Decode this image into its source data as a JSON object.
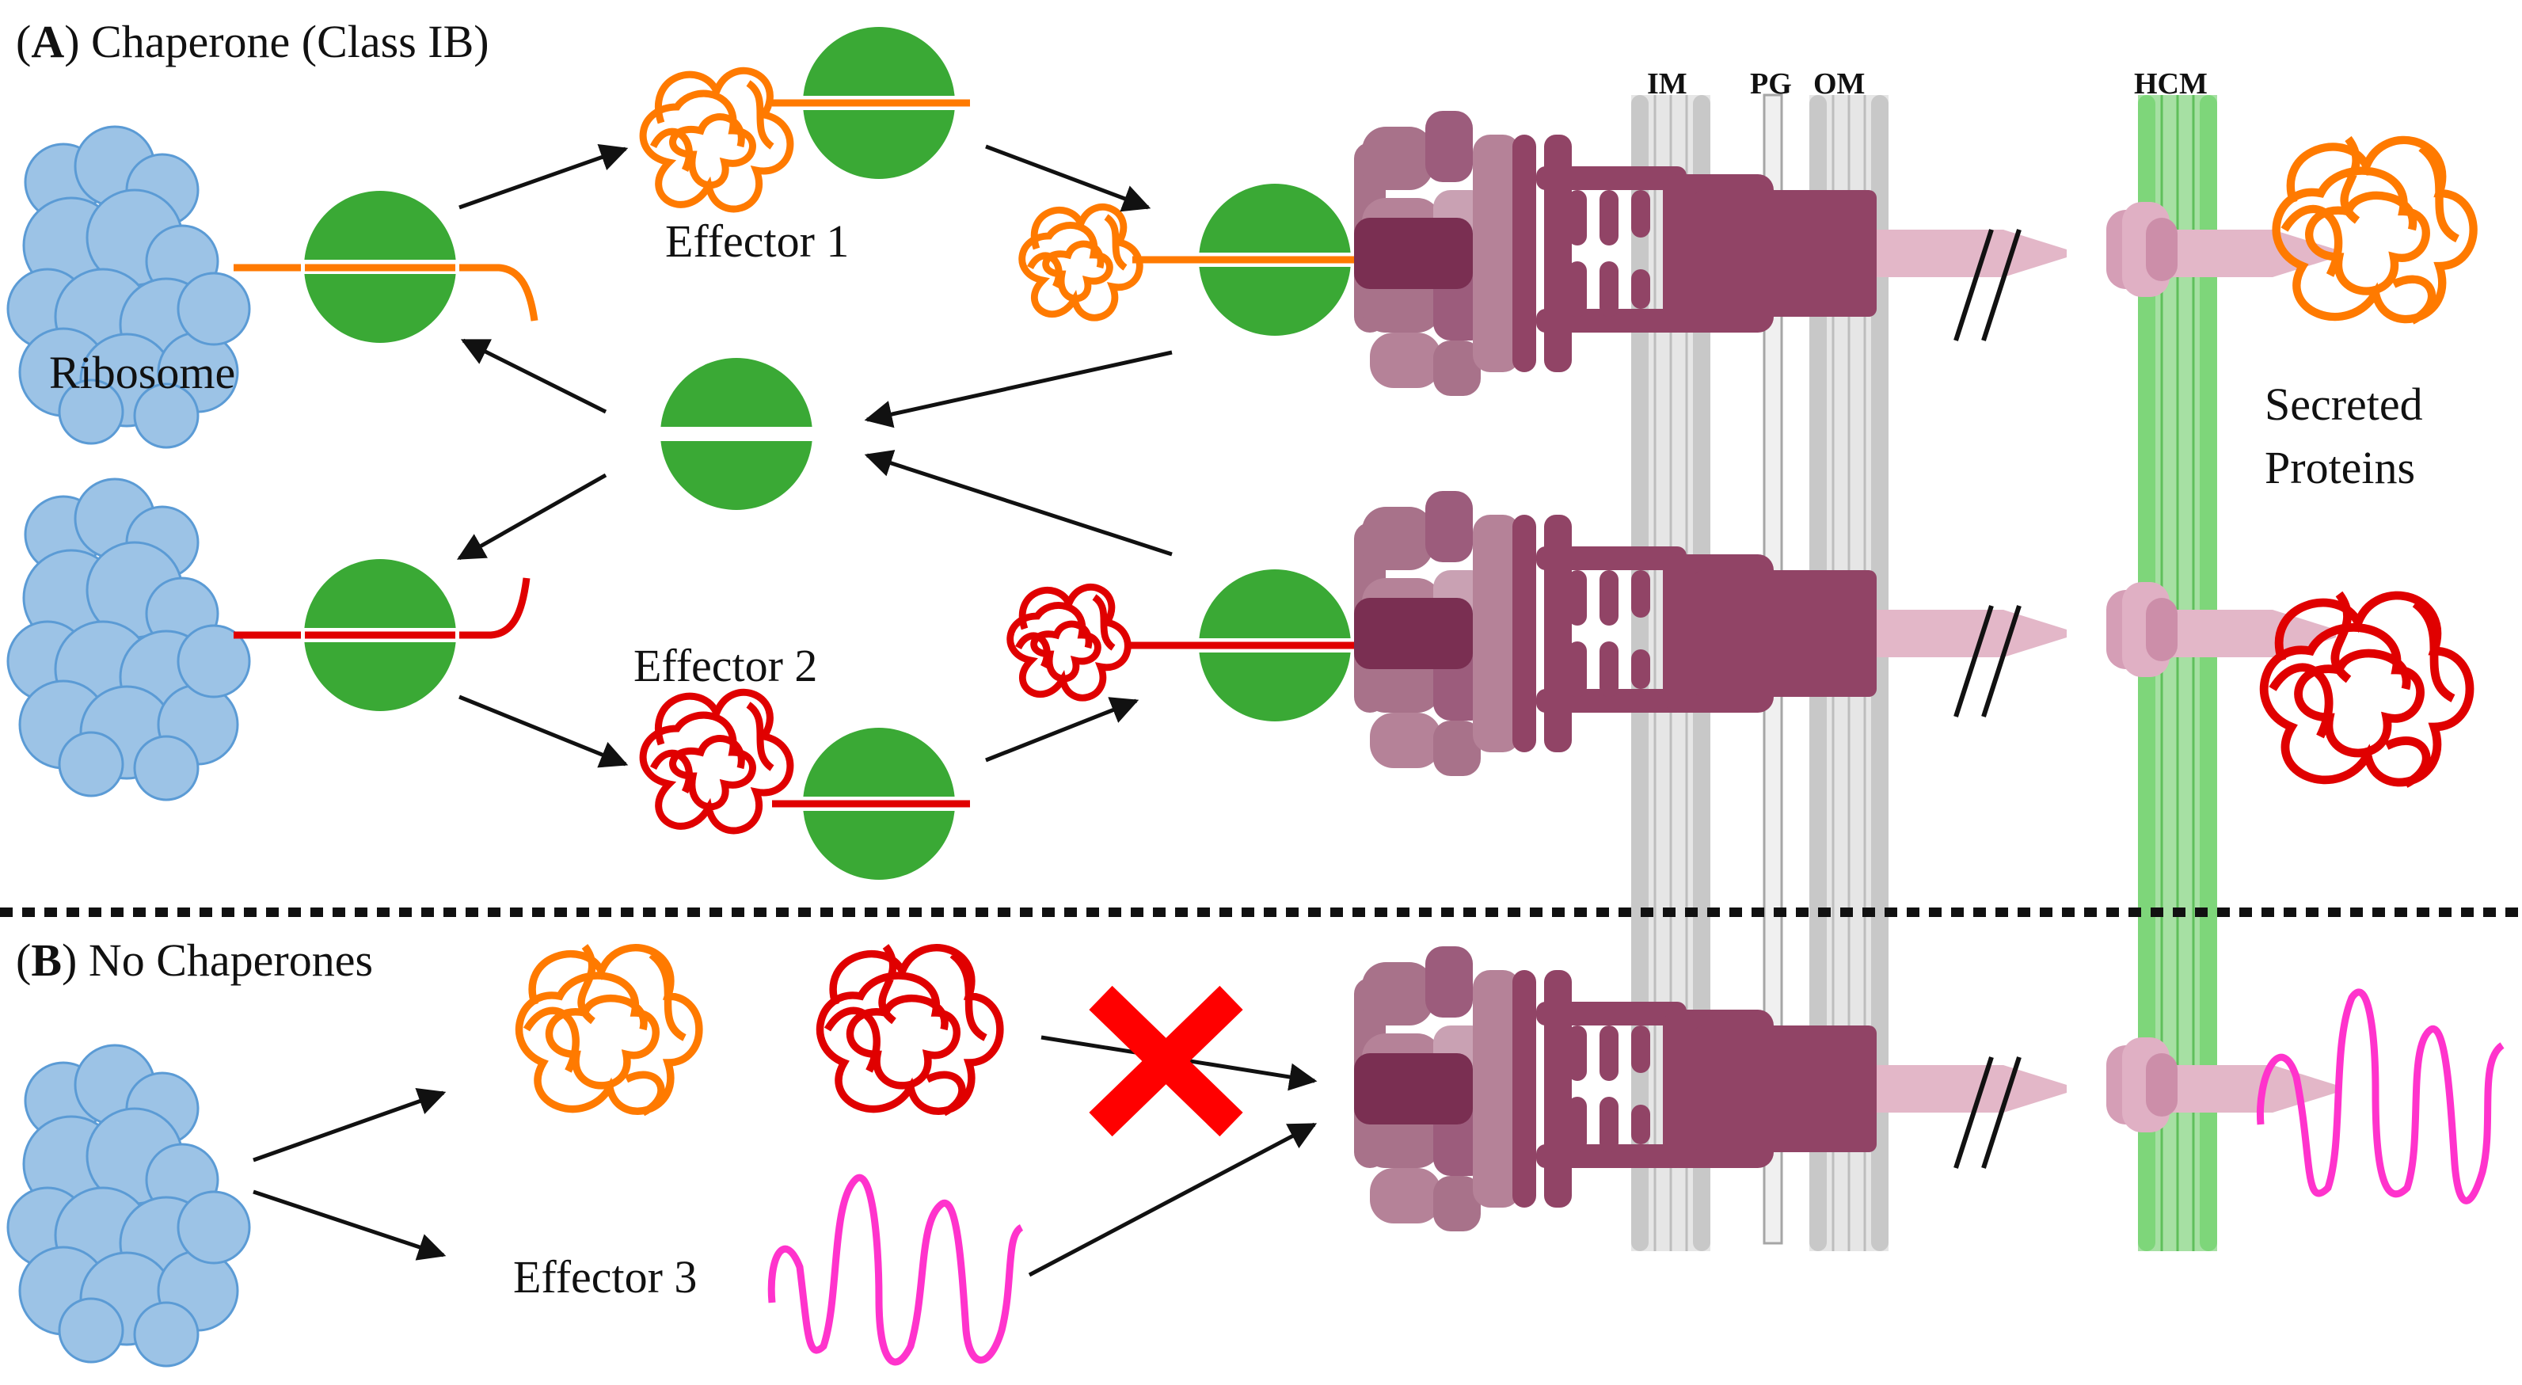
{
  "panel_a": {
    "letter": "A",
    "title": "Chaperone (Class IB)"
  },
  "panel_b": {
    "letter": "B",
    "title": "No Chaperones"
  },
  "labels": {
    "ribosome": "Ribosome",
    "effector1": "Effector 1",
    "effector2": "Effector 2",
    "effector3": "Effector 3",
    "secreted_line1": "Secreted",
    "secreted_line2": "Proteins"
  },
  "membranes": {
    "im": "IM",
    "pg": "PG",
    "om": "OM",
    "hcm": "HCM"
  },
  "colors": {
    "ribosome": "#9cc3e6",
    "ribosome_edge": "#5b9bd5",
    "chaperone": "#3aa935",
    "effector1": "#ff7a00",
    "effector2": "#e00000",
    "effector3": "#ff33cc",
    "secretion_system": "#914466",
    "needle": "#e3b7c8",
    "membrane": "#c8c8c8",
    "host_membrane": "#7ed67a",
    "block_x": "#ff0000"
  }
}
